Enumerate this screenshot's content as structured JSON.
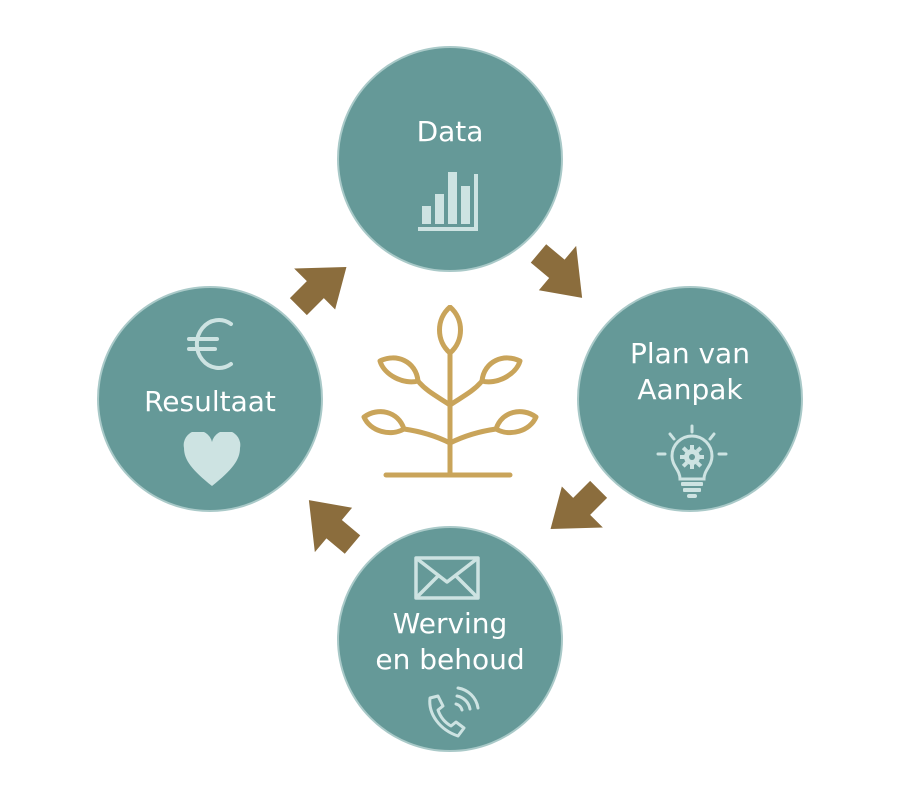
{
  "diagram": {
    "colors": {
      "circle_fill": "#659998",
      "circle_border": "#a9c9c8",
      "icon_light": "#cde3e2",
      "arrow": "#8b6d3d",
      "plant": "#c9a45a"
    },
    "nodes": [
      {
        "id": "data",
        "lines": [
          "Data"
        ],
        "icon": "bar-chart-icon"
      },
      {
        "id": "plan",
        "lines": [
          "Plan van",
          "Aanpak"
        ],
        "icon": "lightbulb-gear-icon"
      },
      {
        "id": "werving",
        "lines": [
          "Werving",
          "en behoud"
        ],
        "icons": [
          "envelope-icon",
          "phone-icon"
        ]
      },
      {
        "id": "resultaat",
        "lines": [
          "Resultaat"
        ],
        "icons": [
          "euro-icon",
          "heart-icon"
        ]
      }
    ],
    "center_icon": "plant-icon",
    "arrows": [
      "data-to-plan",
      "plan-to-werving",
      "werving-to-resultaat",
      "resultaat-to-data"
    ]
  }
}
